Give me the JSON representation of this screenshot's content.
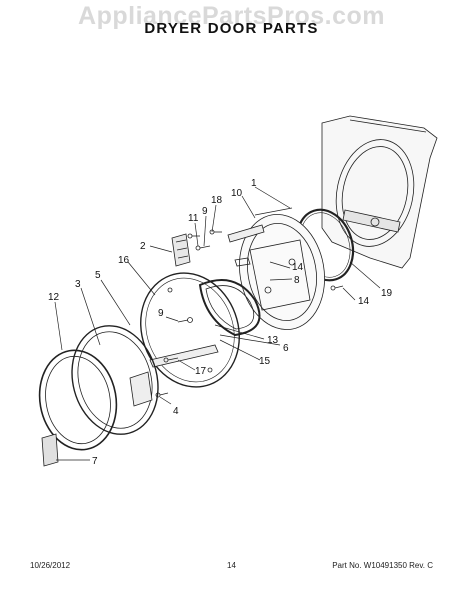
{
  "watermark": "AppliancePartsPros.com",
  "title": "DRYER DOOR PARTS",
  "callouts": [
    {
      "id": "1",
      "label": "1"
    },
    {
      "id": "2",
      "label": "2"
    },
    {
      "id": "3",
      "label": "3"
    },
    {
      "id": "4",
      "label": "4"
    },
    {
      "id": "5",
      "label": "5"
    },
    {
      "id": "6",
      "label": "6"
    },
    {
      "id": "7",
      "label": "7"
    },
    {
      "id": "8",
      "label": "8"
    },
    {
      "id": "9a",
      "label": "9"
    },
    {
      "id": "9b",
      "label": "9"
    },
    {
      "id": "10",
      "label": "10"
    },
    {
      "id": "11",
      "label": "11"
    },
    {
      "id": "12",
      "label": "12"
    },
    {
      "id": "13",
      "label": "13"
    },
    {
      "id": "14a",
      "label": "14"
    },
    {
      "id": "14b",
      "label": "14"
    },
    {
      "id": "15",
      "label": "15"
    },
    {
      "id": "16",
      "label": "16"
    },
    {
      "id": "17",
      "label": "17"
    },
    {
      "id": "18",
      "label": "18"
    },
    {
      "id": "19",
      "label": "19"
    }
  ],
  "footer": {
    "date": "10/26/2012",
    "page": "14",
    "part_number": "Part No. W10491350  Rev. C"
  }
}
